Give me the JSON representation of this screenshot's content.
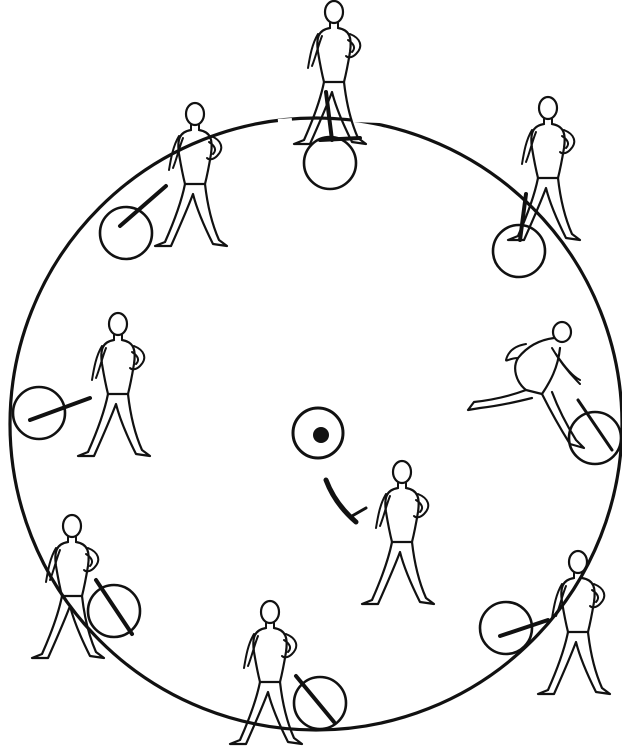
{
  "colors": {
    "ink": "#111111",
    "paper": "#ffffff"
  },
  "diagram": {
    "boundary": "large-circle",
    "center": "ringed-dot-marker",
    "center_figure": "swordsman-with-raised-blade",
    "perimeter_figures": [
      {
        "id": "top",
        "pose": "standing-hand-on-hip"
      },
      {
        "id": "top-right",
        "pose": "standing-hand-on-hip"
      },
      {
        "id": "right",
        "pose": "lunging"
      },
      {
        "id": "bottom-right",
        "pose": "striding"
      },
      {
        "id": "bottom",
        "pose": "stepping"
      },
      {
        "id": "bottom-left",
        "pose": "stepping"
      },
      {
        "id": "left",
        "pose": "standing"
      },
      {
        "id": "top-left",
        "pose": "standing"
      }
    ]
  }
}
